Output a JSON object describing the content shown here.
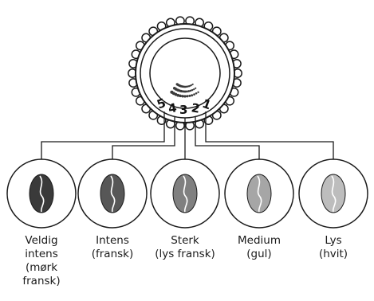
{
  "dial": {
    "numbers": [
      "5",
      "4",
      "3",
      "2",
      "1"
    ]
  },
  "roasts": [
    {
      "line1": "Veldig",
      "line2": "intens",
      "line3": "(mørk",
      "line4": "fransk)",
      "bean_color": "#3a3a3a"
    },
    {
      "line1": "Intens",
      "line2": "(fransk)",
      "bean_color": "#575757"
    },
    {
      "line1": "Sterk",
      "line2": "(lys fransk)",
      "bean_color": "#808080"
    },
    {
      "line1": "Medium",
      "line2": "(gul)",
      "bean_color": "#a6a6a6"
    },
    {
      "line1": "Lys",
      "line2": "(hvit)",
      "bean_color": "#bdbdbd"
    }
  ]
}
